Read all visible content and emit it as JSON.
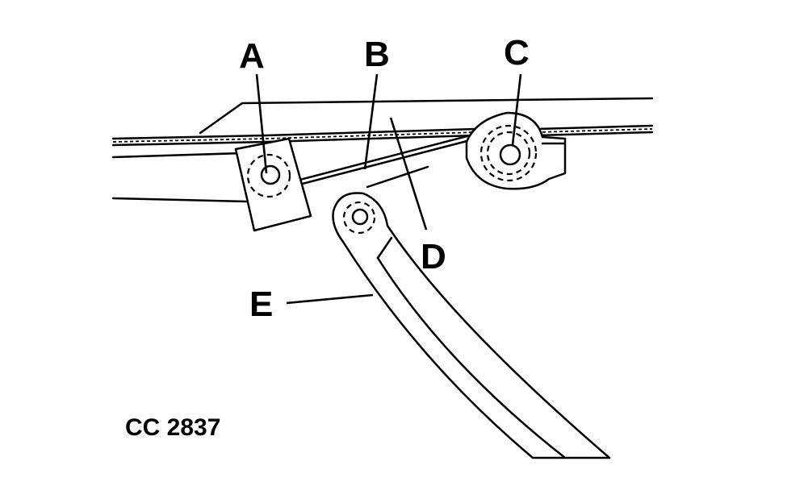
{
  "labels": {
    "a": "A",
    "b": "B",
    "c": "C",
    "d": "D",
    "e": "E"
  },
  "figure_code": "CC 2837",
  "colors": {
    "ink": "#000000",
    "paper": "#ffffff"
  }
}
